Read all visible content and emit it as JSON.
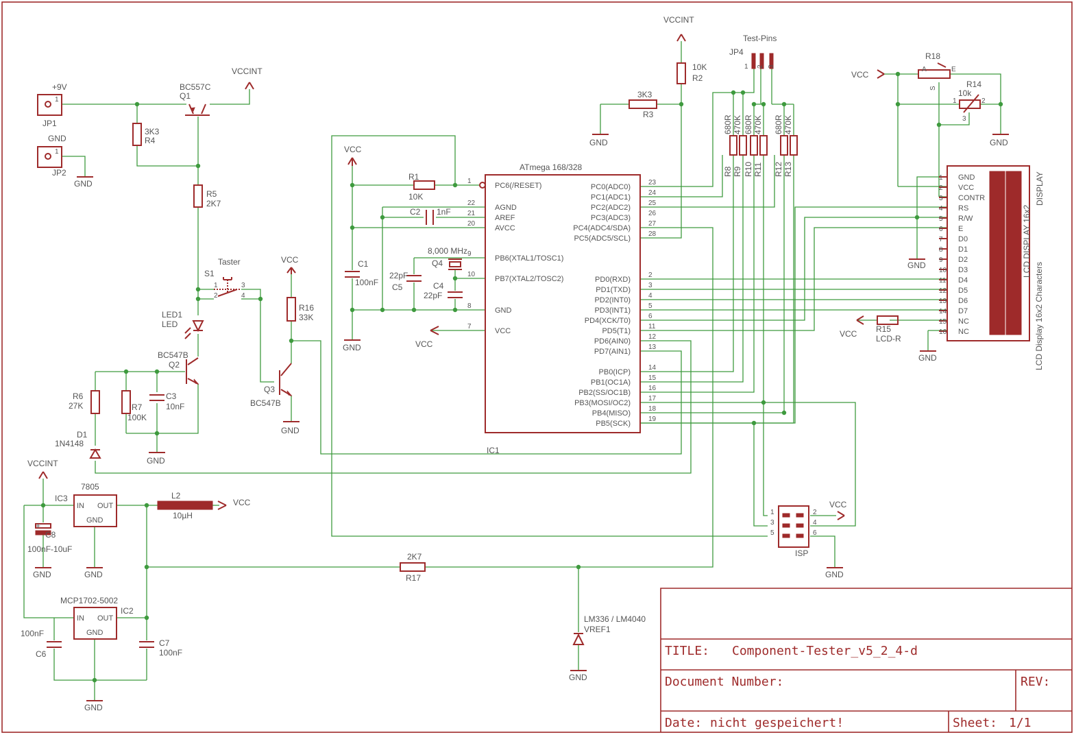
{
  "title_block": {
    "title_label": "TITLE:",
    "title_value": "Component-Tester_v5_2_4-d",
    "doc_label": "Document Number:",
    "rev_label": "REV:",
    "date_label": "Date:",
    "date_value": "nicht gespeichert!",
    "sheet_label": "Sheet:",
    "sheet_value": "1/1"
  },
  "power": {
    "jp1_label": "+9V",
    "jp1_name": "JP1",
    "jp2_label": "GND",
    "jp2_name": "JP2",
    "jp_pin": "1",
    "vccint": "VCCINT",
    "vcc": "VCC",
    "gnd": "GND"
  },
  "q1": {
    "type": "BC557C",
    "name": "Q1"
  },
  "r4": {
    "value": "3K3",
    "name": "R4"
  },
  "r5": {
    "value": "2K7",
    "name": "R5"
  },
  "s1": {
    "name": "S1",
    "type": "Taster",
    "p1": "1",
    "p2": "2",
    "p3": "3",
    "p4": "4"
  },
  "led1": {
    "name": "LED1",
    "type": "LED"
  },
  "q2": {
    "type": "BC547B",
    "name": "Q2"
  },
  "r6": {
    "name": "R6",
    "value": "27K"
  },
  "r7": {
    "name": "R7",
    "value": "100K"
  },
  "c3": {
    "name": "C3",
    "value": "10nF"
  },
  "d1": {
    "name": "D1",
    "type": "1N4148"
  },
  "r16": {
    "name": "R16",
    "value": "33K"
  },
  "q3": {
    "name": "Q3",
    "type": "BC547B"
  },
  "ic3": {
    "type": "7805",
    "name": "IC3",
    "in": "IN",
    "out": "OUT",
    "gnd": "GND"
  },
  "l2": {
    "name": "L2",
    "value": "10µH"
  },
  "c8": {
    "name": "C8",
    "value": "100nF-10uF",
    "plus": "+"
  },
  "ic2": {
    "type": "MCP1702-5002",
    "name": "IC2",
    "in": "IN",
    "out": "OUT",
    "gnd": "GND"
  },
  "c6": {
    "name": "C6",
    "value": "100nF"
  },
  "c7": {
    "name": "C7",
    "value": "100nF"
  },
  "r17": {
    "name": "R17",
    "value": "2K7"
  },
  "vref1": {
    "type": "LM336 / LM4040",
    "name": "VREF1"
  },
  "c1": {
    "name": "C1",
    "value": "100nF"
  },
  "r1": {
    "name": "R1",
    "value": "10K"
  },
  "c2": {
    "name": "C2",
    "value": "1nF"
  },
  "q4": {
    "value": "8,000 MHz",
    "name": "Q4"
  },
  "c4": {
    "name": "C4",
    "value": "22pF"
  },
  "c5": {
    "name": "C5",
    "value": "22pF"
  },
  "ic1": {
    "title": "ATmega 168/328",
    "name": "IC1",
    "left_pins": [
      {
        "num": "1",
        "name": "PC6(/RESET)"
      },
      {
        "num": "22",
        "name": "AGND"
      },
      {
        "num": "21",
        "name": "AREF"
      },
      {
        "num": "20",
        "name": "AVCC"
      },
      {
        "num": "9",
        "name": "PB6(XTAL1/TOSC1)"
      },
      {
        "num": "10",
        "name": "PB7(XTAL2/TOSC2)"
      },
      {
        "num": "8",
        "name": "GND"
      },
      {
        "num": "7",
        "name": "VCC"
      }
    ],
    "right_pins": [
      {
        "num": "23",
        "name": "PC0(ADC0)"
      },
      {
        "num": "24",
        "name": "PC1(ADC1)"
      },
      {
        "num": "25",
        "name": "PC2(ADC2)"
      },
      {
        "num": "26",
        "name": "PC3(ADC3)"
      },
      {
        "num": "27",
        "name": "PC4(ADC4/SDA)"
      },
      {
        "num": "28",
        "name": "PC5(ADC5/SCL)"
      },
      {
        "num": "2",
        "name": "PD0(RXD)"
      },
      {
        "num": "3",
        "name": "PD1(TXD)"
      },
      {
        "num": "4",
        "name": "PD2(INT0)"
      },
      {
        "num": "5",
        "name": "PD3(INT1)"
      },
      {
        "num": "6",
        "name": "PD4(XCK/T0)"
      },
      {
        "num": "11",
        "name": "PD5(T1)"
      },
      {
        "num": "12",
        "name": "PD6(AIN0)"
      },
      {
        "num": "13",
        "name": "PD7(AIN1)"
      },
      {
        "num": "14",
        "name": "PB0(ICP)"
      },
      {
        "num": "15",
        "name": "PB1(OC1A)"
      },
      {
        "num": "16",
        "name": "PB2(SS/OC1B)"
      },
      {
        "num": "17",
        "name": "PB3(MOSI/OC2)"
      },
      {
        "num": "18",
        "name": "PB4(MISO)"
      },
      {
        "num": "19",
        "name": "PB5(SCK)"
      }
    ]
  },
  "r2": {
    "value": "10K",
    "name": "R2"
  },
  "r3": {
    "value": "3K3",
    "name": "R3"
  },
  "jp4": {
    "label": "Test-Pins",
    "name": "JP4",
    "pins": [
      "1",
      "2",
      "3"
    ]
  },
  "test_resistors": [
    {
      "name": "R8",
      "value": "680R"
    },
    {
      "name": "R9",
      "value": "470K"
    },
    {
      "name": "R10",
      "value": "680R"
    },
    {
      "name": "R11",
      "value": "470K"
    },
    {
      "name": "R12",
      "value": "680R"
    },
    {
      "name": "R13",
      "value": "470K"
    }
  ],
  "r18": {
    "name": "R18",
    "a": "A",
    "e": "E",
    "s": "S"
  },
  "r14": {
    "name": "R14",
    "value": "10k",
    "p1": "1",
    "p2": "2",
    "p3": "3"
  },
  "r15": {
    "name": "R15",
    "value": "LCD-R"
  },
  "display": {
    "label": "DISPLAY",
    "inner": "LCD DISPLAY 16x2",
    "side": "LCD Display 16x2 Characters",
    "pins": [
      {
        "num": "1",
        "name": "GND"
      },
      {
        "num": "2",
        "name": "VCC"
      },
      {
        "num": "3",
        "name": "CONTR"
      },
      {
        "num": "4",
        "name": "RS"
      },
      {
        "num": "5",
        "name": "R/W"
      },
      {
        "num": "6",
        "name": "E"
      },
      {
        "num": "7",
        "name": "D0"
      },
      {
        "num": "8",
        "name": "D1"
      },
      {
        "num": "9",
        "name": "D2"
      },
      {
        "num": "10",
        "name": "D3"
      },
      {
        "num": "11",
        "name": "D4"
      },
      {
        "num": "12",
        "name": "D5"
      },
      {
        "num": "13",
        "name": "D6"
      },
      {
        "num": "14",
        "name": "D7"
      },
      {
        "num": "15",
        "name": "NC"
      },
      {
        "num": "16",
        "name": "NC"
      }
    ]
  },
  "isp": {
    "name": "ISP",
    "pins": [
      "1",
      "2",
      "3",
      "4",
      "5",
      "6"
    ]
  }
}
